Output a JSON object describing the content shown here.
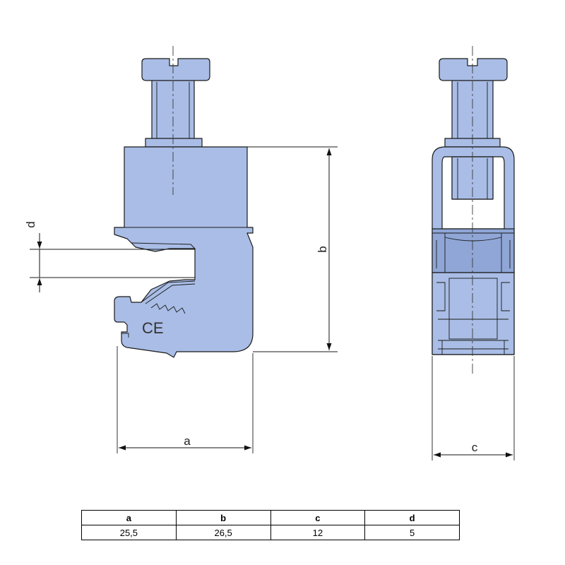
{
  "drawing": {
    "side_view": {
      "dimension_labels": {
        "a": "a",
        "b": "b",
        "d": "d"
      },
      "mark": "CE"
    },
    "front_view": {
      "dimension_labels": {
        "c": "c"
      }
    },
    "colors": {
      "part_fill": "#a9bde6",
      "outline": "#1a1a1a"
    }
  },
  "dimensions_table": {
    "headers": [
      "a",
      "b",
      "c",
      "d"
    ],
    "values": [
      "25,5",
      "26,5",
      "12",
      "5"
    ]
  }
}
